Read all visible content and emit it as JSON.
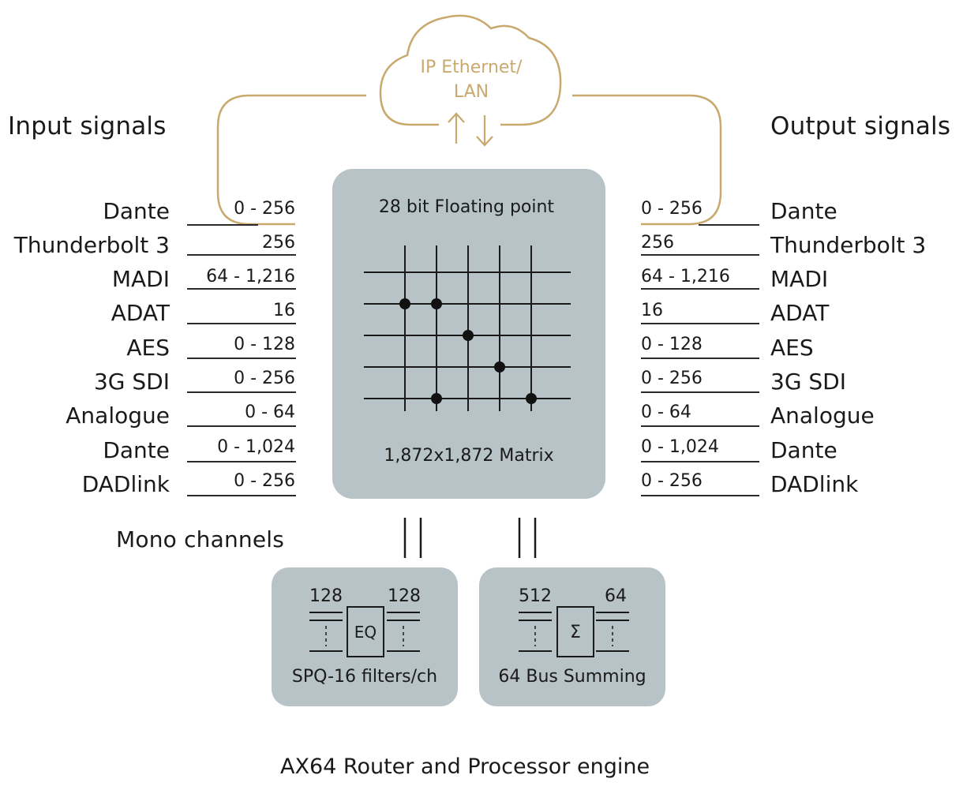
{
  "colors": {
    "gold": "#c9a96e",
    "panel": "#b8c3c8",
    "ink": "#1a1a1a"
  },
  "cloud": {
    "label_line1": "IP Ethernet/",
    "label_line2": "LAN",
    "icon": "up-down-arrows-icon"
  },
  "headings": {
    "input": "Input signals",
    "output": "Output signals",
    "mono": "Mono channels"
  },
  "inputs": [
    {
      "name": "Dante",
      "count": "0 - 256"
    },
    {
      "name": "Thunderbolt 3",
      "count": "256"
    },
    {
      "name": "MADI",
      "count": "64 - 1,216"
    },
    {
      "name": "ADAT",
      "count": "16"
    },
    {
      "name": "AES",
      "count": "0 - 128"
    },
    {
      "name": "3G SDI",
      "count": "0 - 256"
    },
    {
      "name": "Analogue",
      "count": "0 - 64"
    },
    {
      "name": "Dante",
      "count": "0 - 1,024"
    },
    {
      "name": "DADlink",
      "count": "0 - 256"
    }
  ],
  "outputs": [
    {
      "name": "Dante",
      "count": "0 - 256"
    },
    {
      "name": "Thunderbolt 3",
      "count": "256"
    },
    {
      "name": "MADI",
      "count": "64 - 1,216"
    },
    {
      "name": "ADAT",
      "count": "16"
    },
    {
      "name": "AES",
      "count": "0 - 128"
    },
    {
      "name": "3G SDI",
      "count": "0 - 256"
    },
    {
      "name": "Analogue",
      "count": "0 - 64"
    },
    {
      "name": "Dante",
      "count": "0 - 1,024"
    },
    {
      "name": "DADlink",
      "count": "0 - 256"
    }
  ],
  "matrix": {
    "top_label": "28 bit Floating point",
    "bottom_label": "1,872x1,872 Matrix",
    "grid_rows": 5,
    "grid_cols": 5,
    "crosspoints": [
      [
        1,
        0
      ],
      [
        1,
        1
      ],
      [
        2,
        2
      ],
      [
        3,
        3
      ],
      [
        4,
        1
      ],
      [
        4,
        4
      ]
    ]
  },
  "eq_block": {
    "in_count": "128",
    "out_count": "128",
    "symbol": "EQ",
    "caption": "SPQ-16 filters/ch"
  },
  "sum_block": {
    "in_count": "512",
    "out_count": "64",
    "symbol": "Σ",
    "caption": "64 Bus Summing"
  },
  "footer": "AX64 Router and Processor engine"
}
